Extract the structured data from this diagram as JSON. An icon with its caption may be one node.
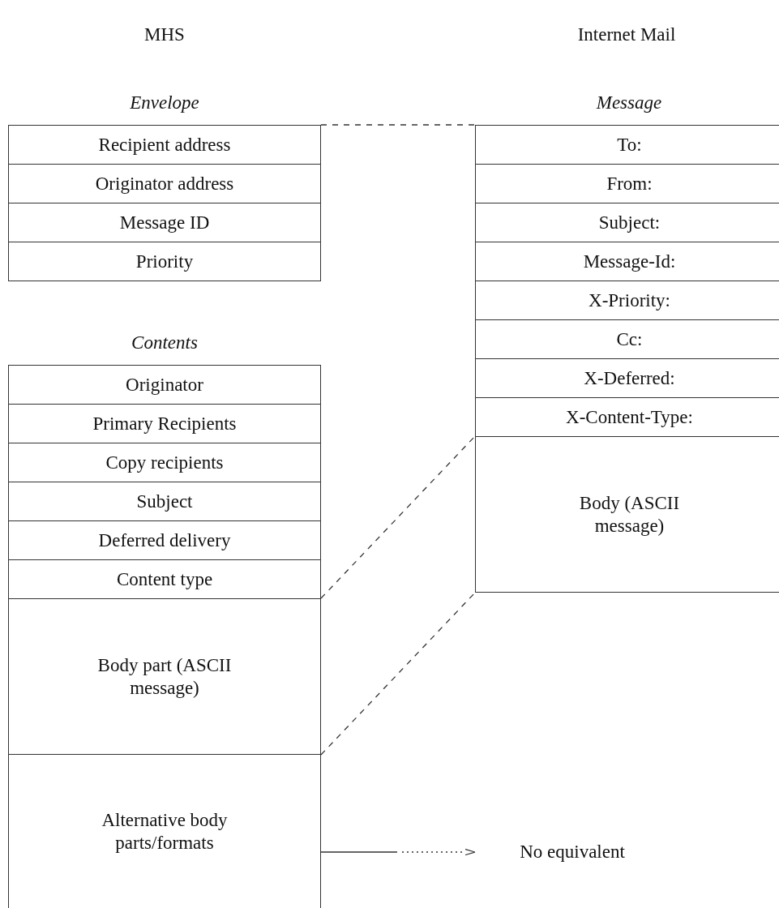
{
  "diagram": {
    "nodes": [
      {
        "text": [
          "Envelope"
        ]
      },
      {
        "text": [
          "Recipient address"
        ],
        "in": 0
      },
      {
        "text": [
          "Originator address"
        ],
        "in": 0
      },
      {
        "text": [
          "Message ID"
        ],
        "in": 0
      },
      {
        "text": [
          "Priority"
        ],
        "in": 0
      },
      {
        "text": [
          "Message"
        ]
      },
      {
        "text": [
          "To:"
        ],
        "in": 5
      },
      {
        "text": [
          "From:"
        ],
        "in": 5
      },
      {
        "text": [
          "Subject:"
        ],
        "in": 5
      },
      {
        "text": [
          "Message-Id:"
        ],
        "in": 5
      },
      {
        "text": [
          "X-Priority:"
        ],
        "in": 5
      },
      {
        "text": [
          "Cc:"
        ],
        "in": 5
      },
      {
        "text": [
          "X-Deferred:"
        ],
        "in": 5
      },
      {
        "text": [
          "X-Content-Type:"
        ],
        "in": 5
      },
      {
        "text": [
          "Body (ASCII message)"
        ],
        "in": 5
      },
      {
        "text": [
          "Contents"
        ]
      },
      {
        "text": [
          "Originator"
        ],
        "in": 15
      },
      {
        "text": [
          "Primary Recipients"
        ],
        "in": 15
      },
      {
        "text": [
          "Copy recipients"
        ],
        "in": 15
      },
      {
        "text": [
          "Subject"
        ],
        "in": 15
      },
      {
        "text": [
          "Deferred delivery"
        ],
        "in": 15
      },
      {
        "text": [
          "Content type"
        ],
        "in": 15
      },
      {
        "text": [
          "Body part (ASCII message)"
        ],
        "in": 15
      },
      {
        "text": [
          "Alternative body parts/formats"
        ],
        "in": 15
      },
      {
        "text": [
          "No equivalent"
        ]
      }
    ],
    "edges": [
      {
        "from": 0,
        "to": 5,
        "arrow": "none",
        "style": "dashed"
      },
      {
        "from": 22,
        "to": 14,
        "arrow": "none",
        "style": "dashed"
      },
      {
        "from": 22,
        "to": 14,
        "arrow": "none",
        "style": "dashed"
      },
      {
        "from": 23,
        "to": 24,
        "arrow": "to",
        "style": "dashed"
      }
    ],
    "labels": [
      "MHS",
      "Internet Mail"
    ]
  }
}
